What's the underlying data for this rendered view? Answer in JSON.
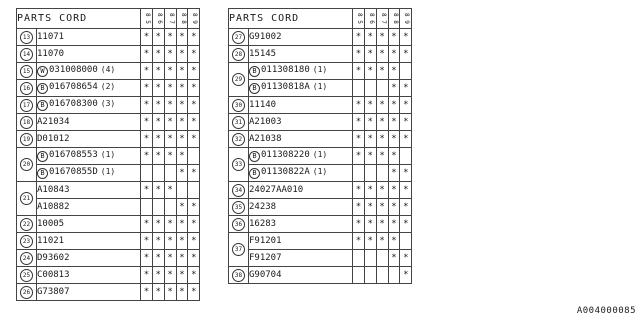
{
  "years": [
    "8 5",
    "8 6",
    "8 7",
    "8 8",
    "8 9"
  ],
  "left": {
    "title": "PARTS CORD",
    "rows": [
      {
        "num": "13",
        "span": 1,
        "prefix": "",
        "code": "11071",
        "qty": "",
        "marks": [
          1,
          1,
          1,
          1,
          1
        ]
      },
      {
        "num": "14",
        "span": 1,
        "prefix": "",
        "code": "11070",
        "qty": "",
        "marks": [
          1,
          1,
          1,
          1,
          1
        ]
      },
      {
        "num": "15",
        "span": 1,
        "prefix": "W",
        "code": "031008000",
        "qty": "(4)",
        "marks": [
          1,
          1,
          1,
          1,
          1
        ]
      },
      {
        "num": "16",
        "span": 1,
        "prefix": "B",
        "code": "016708654",
        "qty": "(2)",
        "marks": [
          1,
          1,
          1,
          1,
          1
        ]
      },
      {
        "num": "17",
        "span": 1,
        "prefix": "B",
        "code": "016708300",
        "qty": "(3)",
        "marks": [
          1,
          1,
          1,
          1,
          1
        ]
      },
      {
        "num": "18",
        "span": 1,
        "prefix": "",
        "code": "A21034",
        "qty": "",
        "marks": [
          1,
          1,
          1,
          1,
          1
        ]
      },
      {
        "num": "19",
        "span": 1,
        "prefix": "",
        "code": "D01012",
        "qty": "",
        "marks": [
          1,
          1,
          1,
          1,
          1
        ]
      },
      {
        "num": "20",
        "span": 2,
        "prefix": "B",
        "code": "016708553",
        "qty": "(1)",
        "marks": [
          1,
          1,
          1,
          1,
          0
        ]
      },
      {
        "num": "",
        "span": 0,
        "prefix": "B",
        "code": "01670855D",
        "qty": "(1)",
        "marks": [
          0,
          0,
          0,
          1,
          1
        ]
      },
      {
        "num": "21",
        "span": 2,
        "prefix": "",
        "code": "A10843",
        "qty": "",
        "marks": [
          1,
          1,
          1,
          0,
          0
        ]
      },
      {
        "num": "",
        "span": 0,
        "prefix": "",
        "code": "A10882",
        "qty": "",
        "marks": [
          0,
          0,
          0,
          1,
          1
        ]
      },
      {
        "num": "22",
        "span": 1,
        "prefix": "",
        "code": "10005",
        "qty": "",
        "marks": [
          1,
          1,
          1,
          1,
          1
        ]
      },
      {
        "num": "23",
        "span": 1,
        "prefix": "",
        "code": "11021",
        "qty": "",
        "marks": [
          1,
          1,
          1,
          1,
          1
        ]
      },
      {
        "num": "24",
        "span": 1,
        "prefix": "",
        "code": "D93602",
        "qty": "",
        "marks": [
          1,
          1,
          1,
          1,
          1
        ]
      },
      {
        "num": "25",
        "span": 1,
        "prefix": "",
        "code": "C00813",
        "qty": "",
        "marks": [
          1,
          1,
          1,
          1,
          1
        ]
      },
      {
        "num": "26",
        "span": 1,
        "prefix": "",
        "code": "G73807",
        "qty": "",
        "marks": [
          1,
          1,
          1,
          1,
          1
        ]
      }
    ]
  },
  "right": {
    "title": "PARTS CORD",
    "rows": [
      {
        "num": "27",
        "span": 1,
        "prefix": "",
        "code": "G91002",
        "qty": "",
        "marks": [
          1,
          1,
          1,
          1,
          1
        ]
      },
      {
        "num": "28",
        "span": 1,
        "prefix": "",
        "code": "15145",
        "qty": "",
        "marks": [
          1,
          1,
          1,
          1,
          1
        ]
      },
      {
        "num": "29",
        "span": 2,
        "prefix": "B",
        "code": "011308180",
        "qty": "(1)",
        "marks": [
          1,
          1,
          1,
          1,
          0
        ]
      },
      {
        "num": "",
        "span": 0,
        "prefix": "B",
        "code": "01130818A",
        "qty": "(1)",
        "marks": [
          0,
          0,
          0,
          1,
          1
        ]
      },
      {
        "num": "30",
        "span": 1,
        "prefix": "",
        "code": "11140",
        "qty": "",
        "marks": [
          1,
          1,
          1,
          1,
          1
        ]
      },
      {
        "num": "31",
        "span": 1,
        "prefix": "",
        "code": "A21003",
        "qty": "",
        "marks": [
          1,
          1,
          1,
          1,
          1
        ]
      },
      {
        "num": "32",
        "span": 1,
        "prefix": "",
        "code": "A21038",
        "qty": "",
        "marks": [
          1,
          1,
          1,
          1,
          1
        ]
      },
      {
        "num": "33",
        "span": 2,
        "prefix": "B",
        "code": "011308220",
        "qty": "(1)",
        "marks": [
          1,
          1,
          1,
          1,
          0
        ]
      },
      {
        "num": "",
        "span": 0,
        "prefix": "B",
        "code": "01130822A",
        "qty": "(1)",
        "marks": [
          0,
          0,
          0,
          1,
          1
        ]
      },
      {
        "num": "34",
        "span": 1,
        "prefix": "",
        "code": "24027AA010",
        "qty": "",
        "marks": [
          1,
          1,
          1,
          1,
          1
        ]
      },
      {
        "num": "35",
        "span": 1,
        "prefix": "",
        "code": "24238",
        "qty": "",
        "marks": [
          1,
          1,
          1,
          1,
          1
        ]
      },
      {
        "num": "36",
        "span": 1,
        "prefix": "",
        "code": "16283",
        "qty": "",
        "marks": [
          1,
          1,
          1,
          1,
          1
        ]
      },
      {
        "num": "37",
        "span": 2,
        "prefix": "",
        "code": "F91201",
        "qty": "",
        "marks": [
          1,
          1,
          1,
          1,
          0
        ]
      },
      {
        "num": "",
        "span": 0,
        "prefix": "",
        "code": "F91207",
        "qty": "",
        "marks": [
          0,
          0,
          0,
          1,
          1
        ]
      },
      {
        "num": "38",
        "span": 1,
        "prefix": "",
        "code": "G90704",
        "qty": "",
        "marks": [
          0,
          0,
          0,
          0,
          1
        ]
      }
    ]
  },
  "mark_symbol": "*",
  "footer_code": "A004000085"
}
